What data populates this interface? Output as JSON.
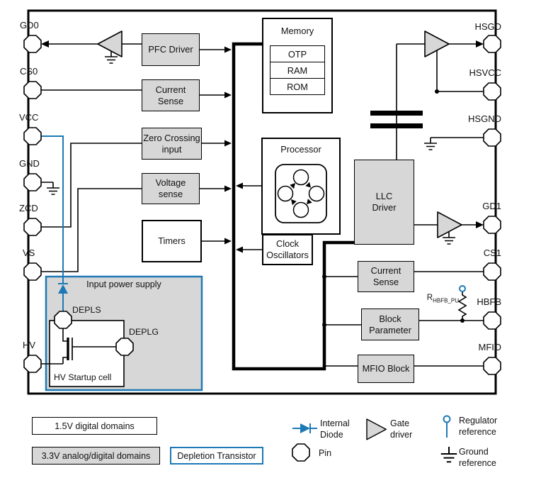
{
  "pins": {
    "left": {
      "gd0": "GD0",
      "cs0": "CS0",
      "vcc": "VCC",
      "gnd": "GND",
      "zcd": "ZCD",
      "vs": "VS",
      "hv": "HV"
    },
    "right": {
      "hsgd": "HSGD",
      "hsvcc": "HSVCC",
      "hsgnd": "HSGND",
      "gd1": "GD1",
      "cs1": "CS1",
      "hbfb": "HBFB",
      "mfio": "MFIO"
    },
    "internal": {
      "depls": "DEPLS",
      "deplg": "DEPLG"
    }
  },
  "blocks": {
    "pfc_driver": "PFC Driver",
    "current_sense_0": "Current Sense",
    "zero_crossing": "Zero Crossing input",
    "voltage_sense": "Voltage sense",
    "timers": "Timers",
    "memory": {
      "title": "Memory",
      "rows": [
        "OTP",
        "RAM",
        "ROM"
      ]
    },
    "processor": "Processor",
    "clock_oscillators": "Clock Oscillators",
    "llc_driver": "LLC Driver",
    "current_sense_1": "Current Sense",
    "block_parameter": "Block Parameter",
    "mfio_block": "MFIO Block"
  },
  "power_supply": {
    "title": "Input power supply",
    "hv_startup": "HV Startup cell"
  },
  "annotations": {
    "resistor_base": "R",
    "resistor_sub": "HBFB_PU"
  },
  "legend": {
    "digital_domains": "1.5V digital domains",
    "analog_domains": "3.3V analog/digital domains",
    "depletion_transistor": "Depletion Transistor",
    "internal_diode": "Internal Diode",
    "gate_driver": "Gate driver",
    "pin": "Pin",
    "regulator_reference": "Regulator reference",
    "ground_reference": "Ground reference"
  },
  "colors": {
    "block_gray": "#d7d7d7",
    "accent_blue": "#1d79b5",
    "line": "#000000",
    "background": "#ffffff"
  }
}
